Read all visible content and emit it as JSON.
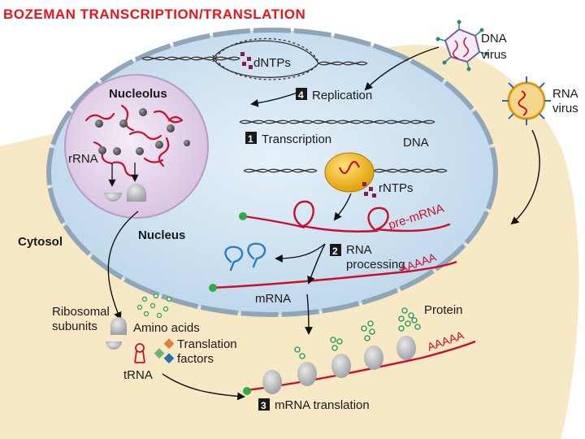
{
  "title": "BOZEMAN TRANSCRIPTION/TRANSLATION",
  "labels": {
    "dntps": "dNTPs",
    "dna_virus": [
      "DNA",
      "virus"
    ],
    "rna_virus": [
      "RNA",
      "virus"
    ],
    "nucleolus": "Nucleolus",
    "replication_step": "4",
    "replication": "Replication",
    "transcription_step": "1",
    "transcription": "Transcription",
    "dna": "DNA",
    "rrna": "rRNA",
    "rntps": "rNTPs",
    "pre_mrna": "pre-mRNA",
    "cytosol": "Cytosol",
    "nucleus": "Nucleus",
    "processing_step": "2",
    "rna_processing": [
      "RNA",
      "processing"
    ],
    "polya_1": "AAAAA",
    "mrna": "mRNA",
    "ribosomal_subunits": [
      "Ribosomal",
      "subunits"
    ],
    "amino_acids": "Amino acids",
    "protein": "Protein",
    "translation_factors": [
      "Translation",
      "factors"
    ],
    "polya_2": "AAAAA",
    "trna": "tRNA",
    "translation_step": "3",
    "mrna_translation": "mRNA translation"
  },
  "colors": {
    "title": "#e8141c",
    "cytosol": "#f7e8c6",
    "nucleus": "#cfe2f1",
    "nucleolus": "#e7d6ee",
    "rna": "#c8102e",
    "polymerase": "#f2b400",
    "ribosome": "#b9bcc0",
    "protein": "#3aa64a"
  }
}
